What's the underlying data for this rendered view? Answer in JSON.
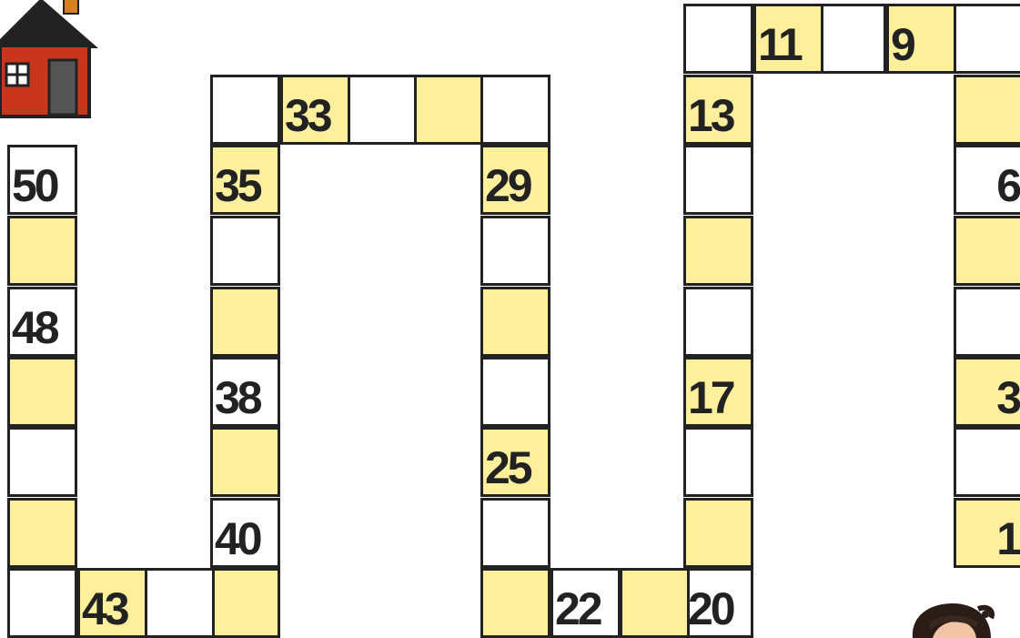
{
  "colors": {
    "yellow": "#fdef9c",
    "white": "#ffffff",
    "border": "#222222"
  },
  "board": {
    "squares": [
      {
        "n": 1,
        "label": "1",
        "c": "yellow"
      },
      {
        "n": 2,
        "label": "",
        "c": "white"
      },
      {
        "n": 3,
        "label": "3",
        "c": "yellow"
      },
      {
        "n": 4,
        "label": "",
        "c": "white"
      },
      {
        "n": 5,
        "label": "",
        "c": "yellow"
      },
      {
        "n": 6,
        "label": "6",
        "c": "white"
      },
      {
        "n": 7,
        "label": "",
        "c": "yellow"
      },
      {
        "n": 8,
        "label": "",
        "c": "white"
      },
      {
        "n": 9,
        "label": "9",
        "c": "yellow"
      },
      {
        "n": 10,
        "label": "",
        "c": "white"
      },
      {
        "n": 11,
        "label": "11",
        "c": "yellow"
      },
      {
        "n": 12,
        "label": "",
        "c": "white"
      },
      {
        "n": 13,
        "label": "13",
        "c": "yellow"
      },
      {
        "n": 14,
        "label": "",
        "c": "white"
      },
      {
        "n": 15,
        "label": "",
        "c": "yellow"
      },
      {
        "n": 16,
        "label": "",
        "c": "white"
      },
      {
        "n": 17,
        "label": "17",
        "c": "yellow"
      },
      {
        "n": 18,
        "label": "",
        "c": "white"
      },
      {
        "n": 19,
        "label": "",
        "c": "yellow"
      },
      {
        "n": 20,
        "label": "20",
        "c": "white"
      },
      {
        "n": 21,
        "label": "",
        "c": "yellow"
      },
      {
        "n": 22,
        "label": "22",
        "c": "white"
      },
      {
        "n": 23,
        "label": "",
        "c": "yellow"
      },
      {
        "n": 24,
        "label": "",
        "c": "white"
      },
      {
        "n": 25,
        "label": "25",
        "c": "yellow"
      },
      {
        "n": 26,
        "label": "",
        "c": "white"
      },
      {
        "n": 27,
        "label": "",
        "c": "yellow"
      },
      {
        "n": 28,
        "label": "",
        "c": "white"
      },
      {
        "n": 29,
        "label": "29",
        "c": "yellow"
      },
      {
        "n": 30,
        "label": "",
        "c": "white"
      },
      {
        "n": 31,
        "label": "",
        "c": "yellow"
      },
      {
        "n": 32,
        "label": "",
        "c": "white"
      },
      {
        "n": 33,
        "label": "33",
        "c": "yellow"
      },
      {
        "n": 34,
        "label": "",
        "c": "white"
      },
      {
        "n": 35,
        "label": "35",
        "c": "yellow"
      },
      {
        "n": 36,
        "label": "",
        "c": "white"
      },
      {
        "n": 37,
        "label": "",
        "c": "yellow"
      },
      {
        "n": 38,
        "label": "38",
        "c": "white"
      },
      {
        "n": 39,
        "label": "",
        "c": "yellow"
      },
      {
        "n": 40,
        "label": "40",
        "c": "white"
      },
      {
        "n": 41,
        "label": "",
        "c": "yellow"
      },
      {
        "n": 42,
        "label": "",
        "c": "white"
      },
      {
        "n": 43,
        "label": "43",
        "c": "yellow"
      },
      {
        "n": 44,
        "label": "",
        "c": "white"
      },
      {
        "n": 45,
        "label": "",
        "c": "yellow"
      },
      {
        "n": 46,
        "label": "",
        "c": "white"
      },
      {
        "n": 47,
        "label": "",
        "c": "yellow"
      },
      {
        "n": 48,
        "label": "48",
        "c": "white"
      },
      {
        "n": 49,
        "label": "",
        "c": "yellow"
      },
      {
        "n": 50,
        "label": "50",
        "c": "white"
      }
    ]
  },
  "icons": {
    "finish": "house-icon",
    "player": "girl-token-icon"
  }
}
